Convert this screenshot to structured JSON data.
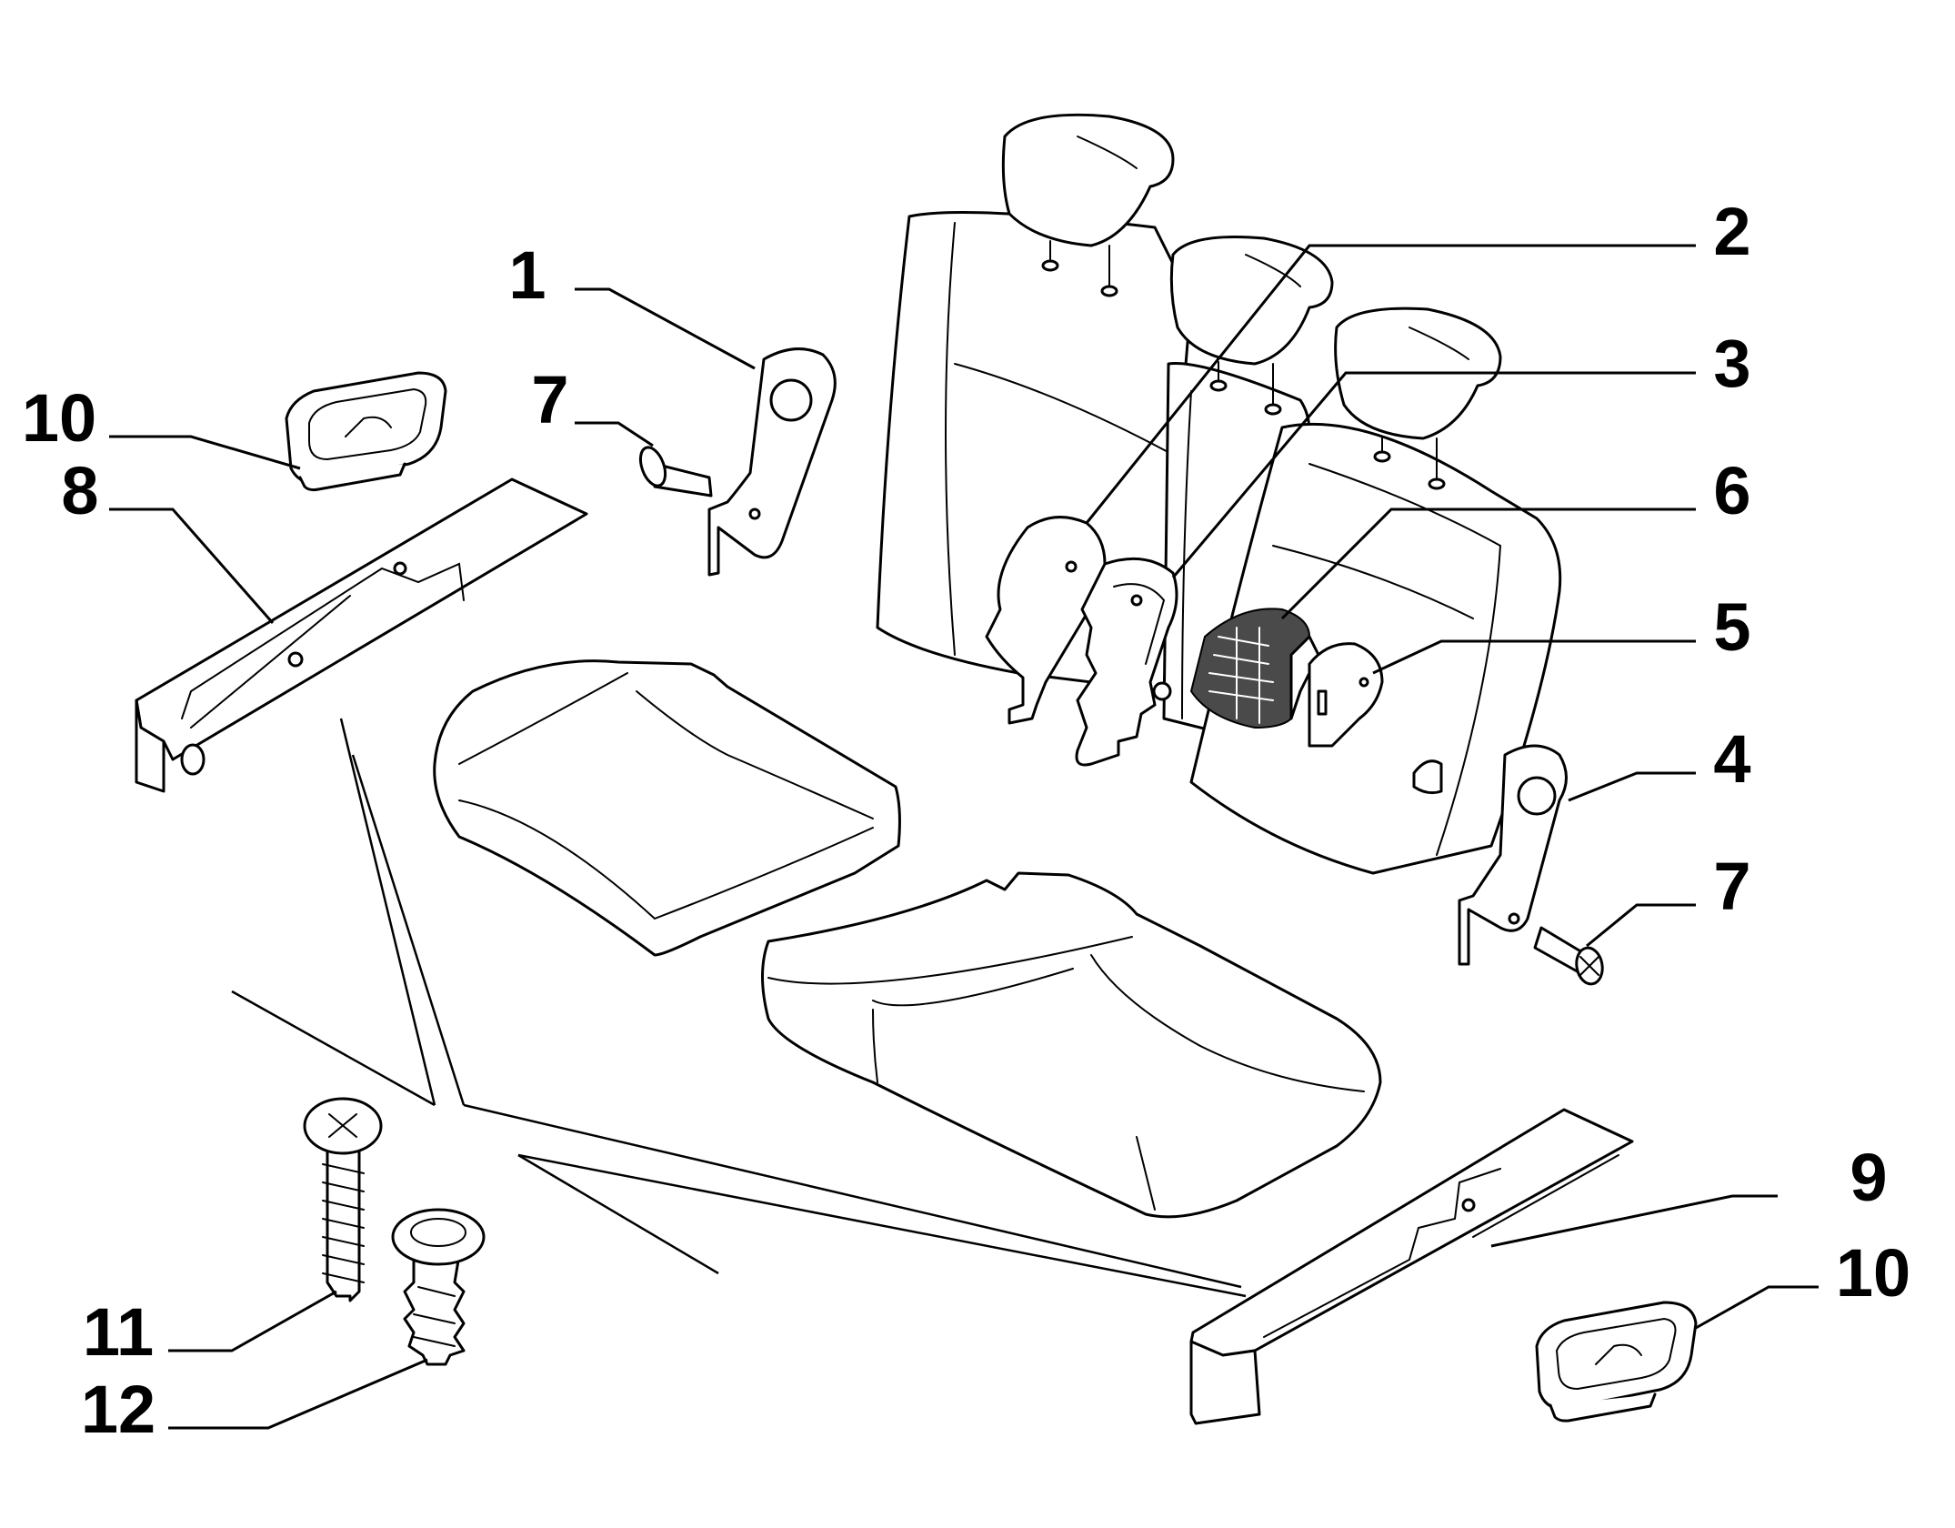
{
  "callouts": [
    {
      "number": "1"
    },
    {
      "number": "2"
    },
    {
      "number": "3"
    },
    {
      "number": "4"
    },
    {
      "number": "5"
    },
    {
      "number": "6"
    },
    {
      "number": "7"
    },
    {
      "number": "7"
    },
    {
      "number": "8"
    },
    {
      "number": "9"
    },
    {
      "number": "10"
    },
    {
      "number": "10"
    },
    {
      "number": "11"
    },
    {
      "number": "12"
    }
  ],
  "colors": {
    "line": "#000000",
    "background": "#ffffff",
    "shade": "#d6d6d6"
  }
}
